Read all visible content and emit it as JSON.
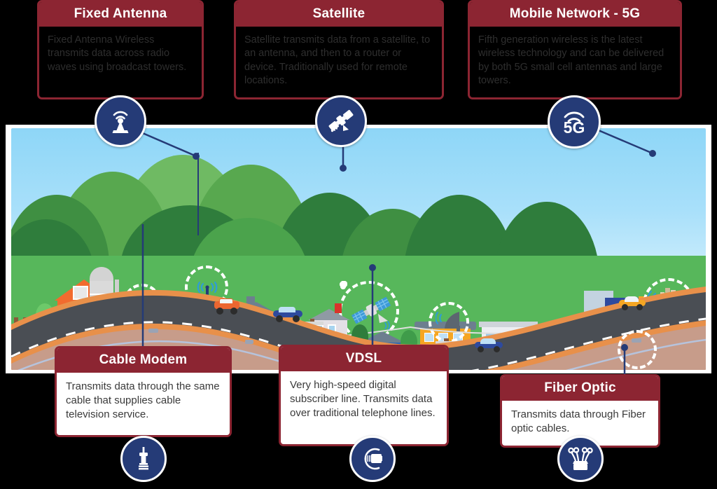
{
  "meta": {
    "title": "Broadband Internet Connection Types Infographic",
    "accent_red": "#8C2532",
    "badge_blue": "#253B77",
    "panel_bg": "#FFFFFF",
    "page_bg": "#000000"
  },
  "top_cards": [
    {
      "id": "fixed-antenna",
      "title": "Fixed Antenna",
      "body": "Fixed Antenna Wireless transmits data across radio waves using broadcast towers.",
      "icon": "antenna-tower-icon"
    },
    {
      "id": "satellite",
      "title": "Satellite",
      "body": "Satellite transmits data from a satellite, to an antenna, and then to a router or device. Traditionally used for remote locations.",
      "icon": "satellite-icon"
    },
    {
      "id": "mobile-network-5g",
      "title": "Mobile Network - 5G",
      "body": "Fifth generation wireless is the latest wireless technology and can be delivered by both 5G small cell antennas and large towers.",
      "icon": "5g-signal-icon",
      "icon_text": "5G"
    }
  ],
  "bottom_cards": [
    {
      "id": "cable-modem",
      "title": "Cable Modem",
      "body": "Transmits data through the same cable that supplies cable television service.",
      "icon": "coaxial-connector-icon"
    },
    {
      "id": "vdsl",
      "title": "VDSL",
      "body": "Very high-speed digital subscriber line. Transmits data over traditional telephone lines.",
      "icon": "ethernet-plug-icon"
    },
    {
      "id": "fiber-optic",
      "title": "Fiber Optic",
      "body": "Transmits data through Fiber optic cables.",
      "icon": "fiber-strands-icon"
    }
  ],
  "scene": {
    "name": "town-landscape-illustration",
    "regions": [
      "rural-farm",
      "suburban-neighborhood",
      "urban-city"
    ],
    "highlights": [
      "water-tower-antenna",
      "utility-pole-rural",
      "satellite-in-orbit",
      "rooftop-satellite-dish",
      "5g-rooftop-antenna",
      "buried-fiber-access-point"
    ]
  }
}
